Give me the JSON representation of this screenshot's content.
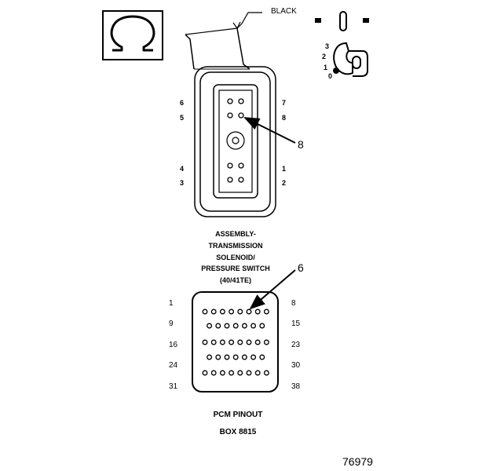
{
  "ohmmeter_symbol": "Ω",
  "black_label": "BLACK",
  "ignition_positions": [
    "3",
    "2",
    "1",
    "0"
  ],
  "solenoid_pins": {
    "left": [
      "6",
      "5",
      "4",
      "3"
    ],
    "right": [
      "7",
      "8",
      "1",
      "2"
    ]
  },
  "callouts": {
    "solenoid_probe": "8",
    "pcm_probe": "6"
  },
  "assembly_label": [
    "ASSEMBLY-",
    "TRANSMISSION",
    "SOLENOID/",
    "PRESSURE SWITCH",
    "(40/41TE)"
  ],
  "pcm_rows": [
    {
      "left": "1",
      "right": "8",
      "count": 8
    },
    {
      "left": "9",
      "right": "15",
      "count": 7
    },
    {
      "left": "16",
      "right": "23",
      "count": 8
    },
    {
      "left": "24",
      "right": "30",
      "count": 7
    },
    {
      "left": "31",
      "right": "38",
      "count": 8
    }
  ],
  "pcm_label": [
    "PCM PINOUT",
    "BOX 8815"
  ],
  "figure_number": "76979"
}
